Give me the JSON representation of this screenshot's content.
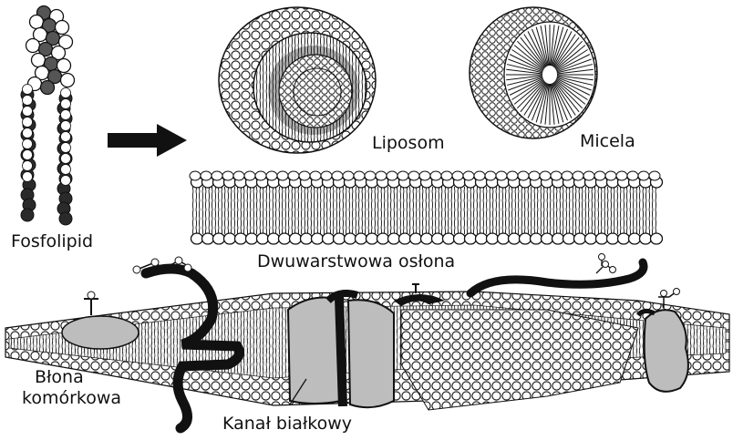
{
  "labels": {
    "phospholipid": "Fosfolipid",
    "liposome": "Liposom",
    "micelle": "Micela",
    "bilayer": "Dwuwarstwowa osłona",
    "membrane_line1": "Błona",
    "membrane_line2": "komórkowa",
    "channel": "Kanał białkowy"
  },
  "colors": {
    "ink": "#111111",
    "head_fill": "#ffffff",
    "protein_fill": "#bdbdbd",
    "dark": "#1a1a1a"
  },
  "icons": {
    "arrow": "right-arrow-icon"
  }
}
